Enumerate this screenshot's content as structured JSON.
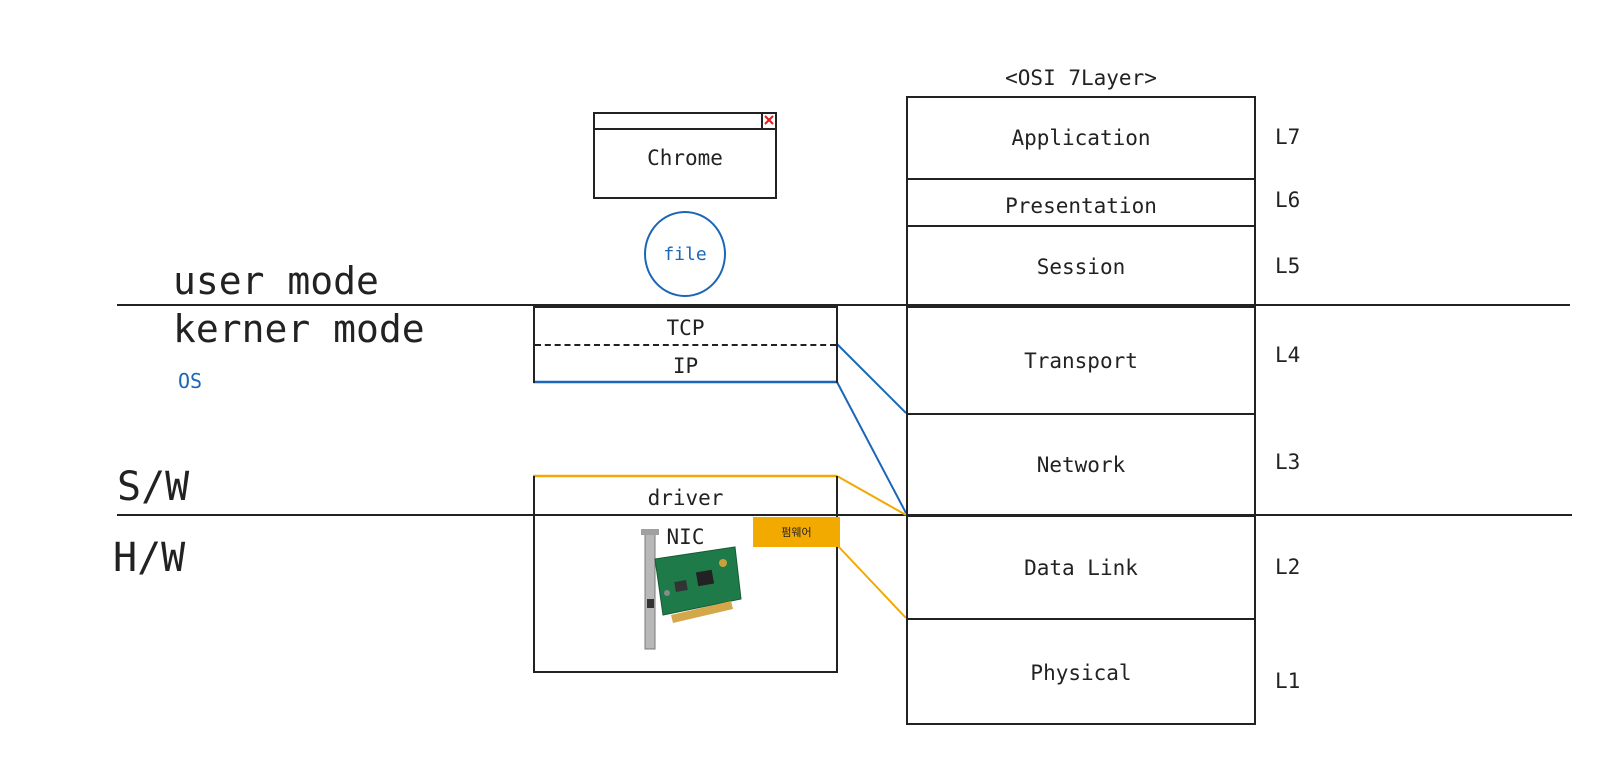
{
  "left_labels": {
    "user_mode": "user mode",
    "kernel_mode": "kerner mode",
    "os": "OS",
    "sw": "S/W",
    "hw": "H/W"
  },
  "chrome_window": {
    "title": "Chrome",
    "close_icon": "close-icon"
  },
  "file_circle": {
    "label": "file"
  },
  "tcpip_box": {
    "tcp": "TCP",
    "ip": "IP"
  },
  "nic_box": {
    "driver": "driver",
    "nic": "NIC",
    "firmware": "펌웨어",
    "image": "network-interface-card"
  },
  "osi": {
    "title": "<OSI 7Layer>",
    "layers": [
      {
        "name": "Application",
        "level": "L7"
      },
      {
        "name": "Presentation",
        "level": "L6"
      },
      {
        "name": "Session",
        "level": "L5"
      },
      {
        "name": "Transport",
        "level": "L4"
      },
      {
        "name": "Network",
        "level": "L3"
      },
      {
        "name": "Data Link",
        "level": "L2"
      },
      {
        "name": "Physical",
        "level": "L1"
      }
    ]
  },
  "colors": {
    "line": "#222222",
    "blue": "#1a66b8",
    "orange": "#f2a900",
    "close_red": "#e0201b"
  }
}
